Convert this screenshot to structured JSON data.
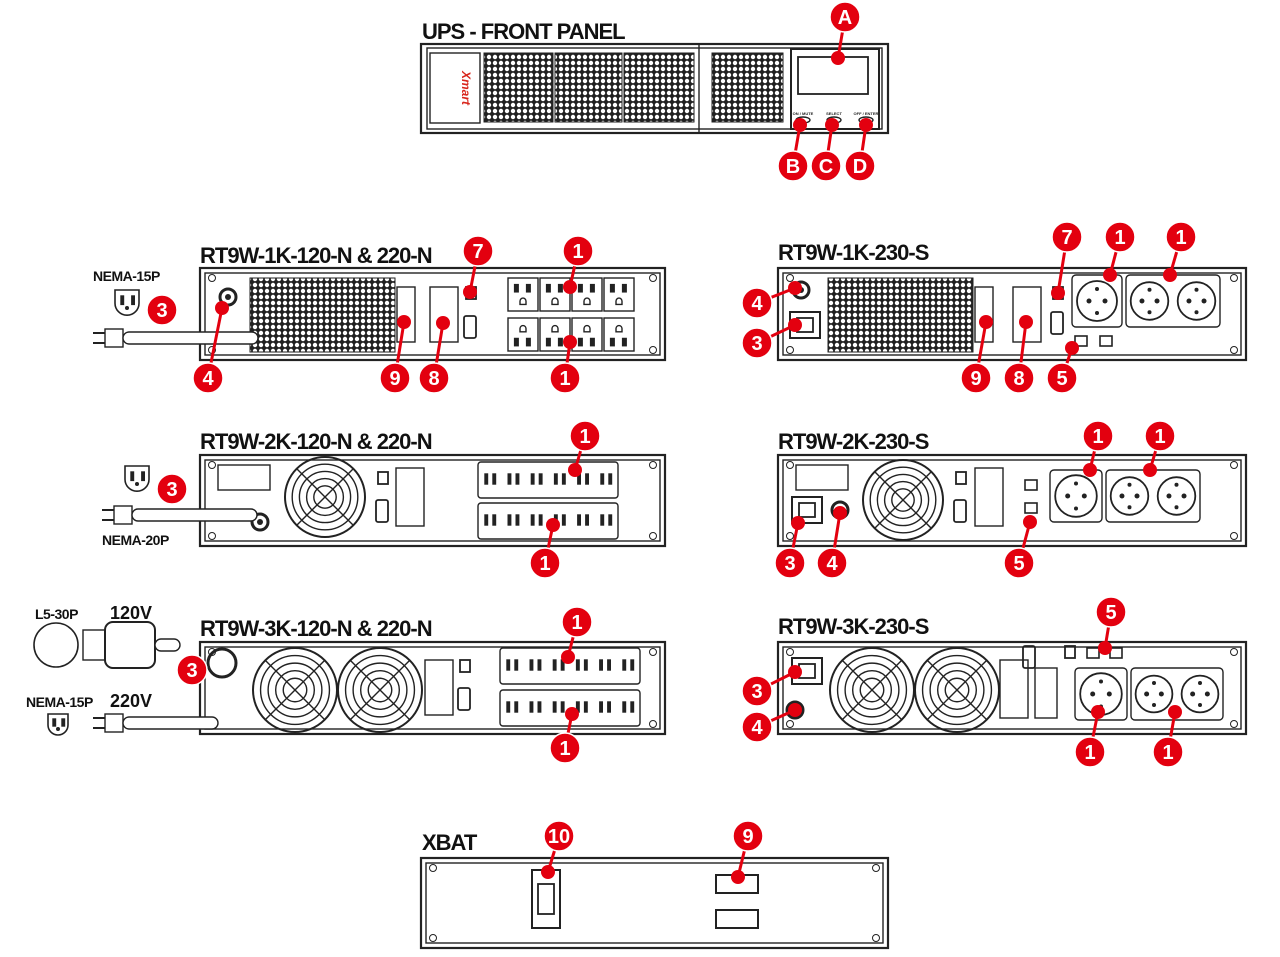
{
  "colors": {
    "badge": "#e3000f",
    "line": "#222222",
    "logo": "#d8261c"
  },
  "front_panel": {
    "title": "UPS - FRONT PANEL",
    "logo": "Xmart",
    "buttons": [
      "ON / MUTE",
      "SELECT",
      "OFF / ENTER"
    ],
    "badges": [
      "A",
      "B",
      "C",
      "D"
    ]
  },
  "panels": [
    {
      "title": "RT9W-1K-120-N  &  220-N",
      "badges": [
        "7",
        "1",
        "1",
        "9",
        "8",
        "4",
        "3"
      ],
      "plug_label": "NEMA-15P"
    },
    {
      "title": "RT9W-1K-230-S",
      "badges": [
        "7",
        "1",
        "1",
        "4",
        "3",
        "9",
        "8",
        "5"
      ]
    },
    {
      "title": "RT9W-2K-120-N  &  220-N",
      "badges": [
        "1",
        "1",
        "3"
      ],
      "plug_label": "NEMA-20P"
    },
    {
      "title": "RT9W-2K-230-S",
      "badges": [
        "1",
        "1",
        "3",
        "4",
        "5"
      ]
    },
    {
      "title": "RT9W-3K-120-N  &  220-N",
      "badges": [
        "1",
        "1",
        "3"
      ],
      "plugs": [
        {
          "name": "L5-30P",
          "voltage": "120V"
        },
        {
          "name": "NEMA-15P",
          "voltage": "220V"
        }
      ]
    },
    {
      "title": "RT9W-3K-230-S",
      "badges": [
        "5",
        "3",
        "4",
        "1",
        "1"
      ]
    }
  ],
  "xbat": {
    "title": "XBAT",
    "badges": [
      "10",
      "9"
    ]
  }
}
